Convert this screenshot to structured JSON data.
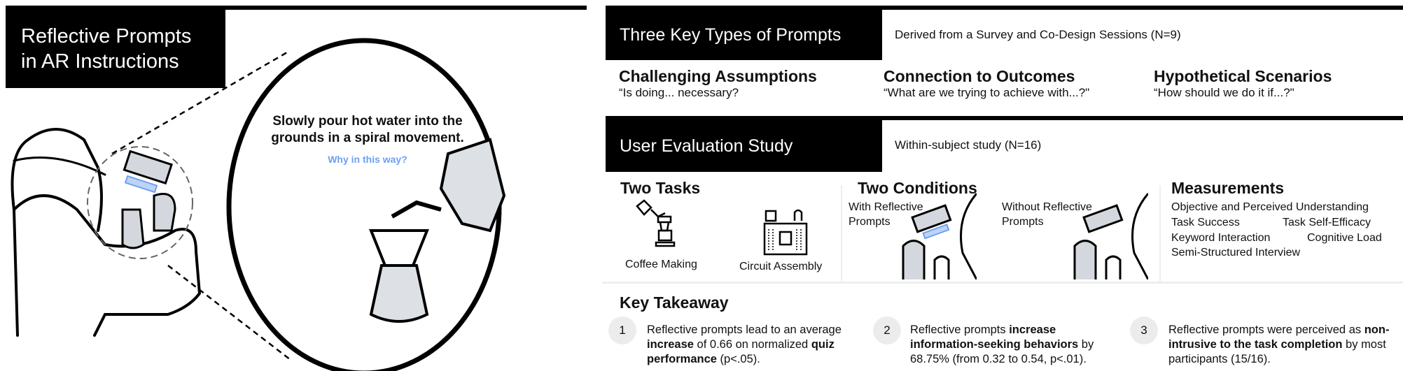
{
  "left": {
    "title_line1": "Reflective Prompts",
    "title_line2": "in AR Instructions",
    "instruction_line1": "Slowly pour hot water into the",
    "instruction_line2": "grounds in a spiral movement.",
    "prompt": "Why in this way?",
    "prompt_color": "#6fa0f0"
  },
  "prompts_section": {
    "title": "Three Key Types of Prompts",
    "subtitle": "Derived from a Survey and Co-Design Sessions (N=9)",
    "types": [
      {
        "name": "Challenging Assumptions",
        "example": "“Is doing... necessary?"
      },
      {
        "name": "Connection to Outcomes",
        "example": "“What are we trying to achieve with...?\""
      },
      {
        "name": "Hypothetical Scenarios",
        "example": "“How should we do it if...?\""
      }
    ]
  },
  "study": {
    "title": "User Evaluation Study",
    "subtitle": "Within-subject study (N=16)",
    "tasks": {
      "heading": "Two Tasks",
      "items": [
        "Coffee Making",
        "Circuit Assembly"
      ]
    },
    "conditions": {
      "heading": "Two Conditions",
      "items": [
        "With Reflective Prompts",
        "Without Reflective Prompts"
      ]
    },
    "measurements": {
      "heading": "Measurements",
      "items": [
        "Objective and Perceived Understanding",
        "Task Success",
        "Task Self-Efficacy",
        "Keyword Interaction",
        "Cognitive Load",
        "Semi-Structured Interview"
      ]
    }
  },
  "takeaway": {
    "heading": "Key Takeaway",
    "items": [
      {
        "num": "1",
        "a": "Reflective prompts lead to an average ",
        "b": "increase",
        "c": " of 0.66 on normalized ",
        "d": "quiz performance",
        "e": " (p<.05)."
      },
      {
        "num": "2",
        "a": "Reflective prompts ",
        "b": "increase information-seeking behaviors",
        "c": " by 68.75% (from 0.32 to 0.54, p<.01)."
      },
      {
        "num": "3",
        "a": "Reflective prompts were perceived as ",
        "b": "non-intrusive to the task completion",
        "c": " by most participants (15/16)."
      }
    ]
  }
}
